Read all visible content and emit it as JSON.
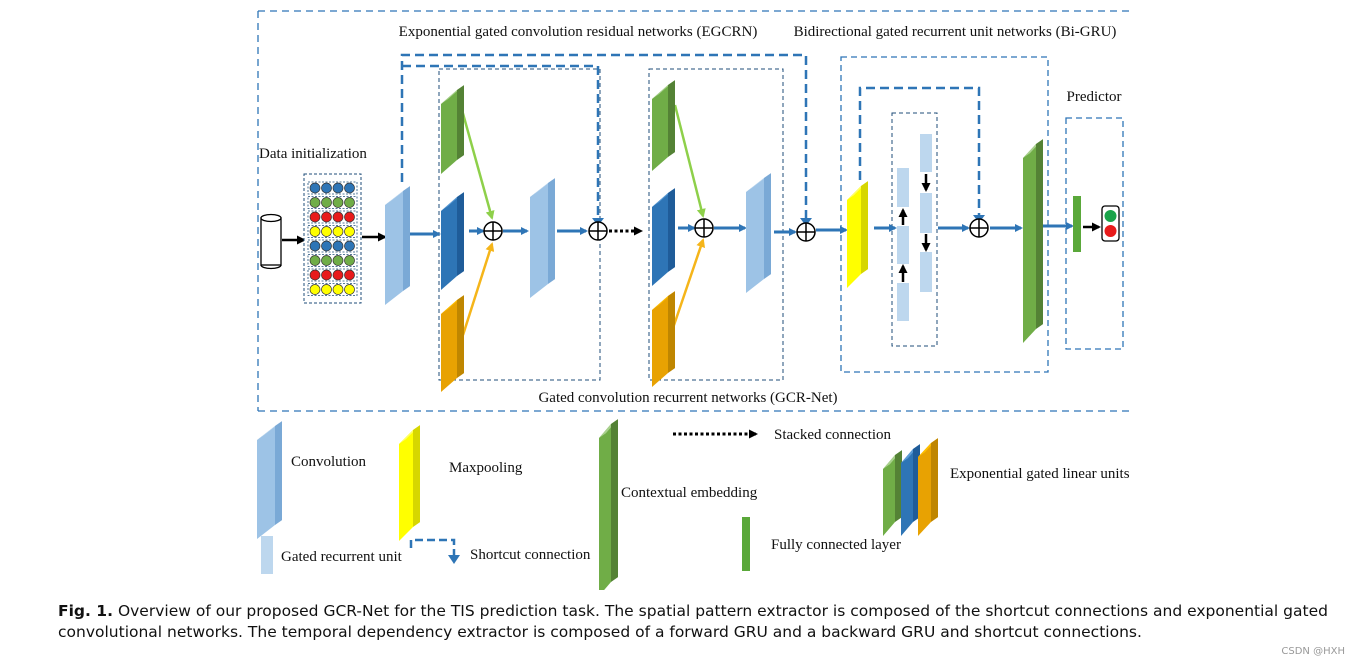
{
  "diagram": {
    "egcrn_label": "Exponential gated convolution residual networks (EGCRN)",
    "bigru_label": "Bidirectional gated recurrent unit networks (Bi-GRU)",
    "predictor_label": "Predictor",
    "data_init_label": "Data initialization",
    "gcrnet_label": "Gated convolution recurrent networks (GCR-Net)"
  },
  "legend": {
    "convolution": "Convolution",
    "maxpooling": "Maxpooling",
    "contextual_embedding": "Contextual embedding",
    "stacked_connection": "Stacked connection",
    "exponential_gated_linear_units": "Exponential gated linear units",
    "gated_recurrent_unit": "Gated recurrent unit",
    "shortcut_connection": "Shortcut connection",
    "fully_connected_layer": "Fully connected layer"
  },
  "caption": {
    "fig_label": "Fig. 1.",
    "text": "Overview of our proposed GCR-Net for the TIS prediction task. The spatial pattern extractor is composed of the shortcut connections and exponential gated convolutional networks. The temporal dependency extractor is composed of a forward GRU and a backward GRU and shortcut connections."
  },
  "watermark": "CSDN @HXH"
}
